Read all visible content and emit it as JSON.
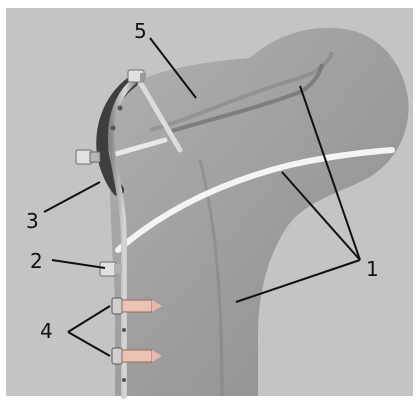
{
  "figure": {
    "labels": {
      "one": "1",
      "two": "2",
      "three": "3",
      "four": "4",
      "five": "5"
    },
    "colors": {
      "background": "#c4c4c4",
      "bone": "#a8a8a8",
      "bone_shadow": "#8f8f8f",
      "metal": "#b8b8b8",
      "wire": "#f4f4f4",
      "screw_tip": "#e6b8a8"
    }
  }
}
